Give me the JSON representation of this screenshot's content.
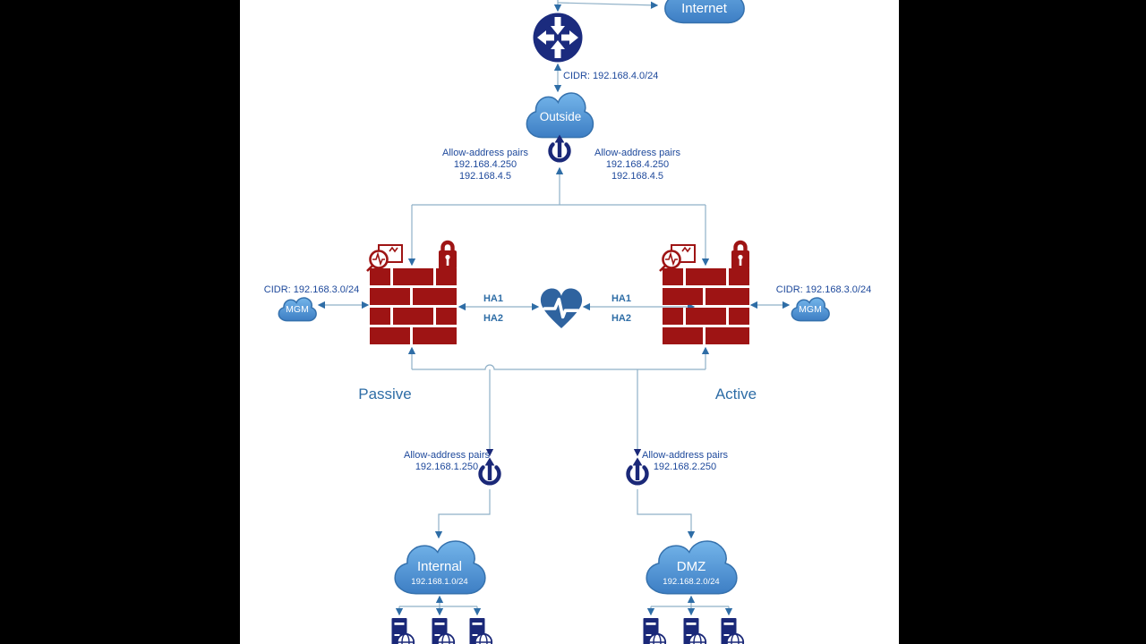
{
  "colors": {
    "firewall_red": "#9e1414",
    "navy": "#1b2b7e",
    "cloud_blue_top": "#74b5ea",
    "cloud_blue_bottom": "#3d7ec4",
    "line": "#8fb0c7",
    "arrow": "#2e6da6",
    "label_text": "#1d489b",
    "role_text": "#2e6da6"
  },
  "icons": {
    "router": "router-icon",
    "heartbeat": "heartbeat-icon",
    "connector": "interface-connector-icon",
    "monitoring": "monitoring-icon",
    "lock": "lock-icon",
    "server": "server-icon",
    "cloud": "cloud-icon"
  },
  "internet": {
    "label": "Internet"
  },
  "outside": {
    "label": "Outside",
    "cidr": "CIDR: 192.168.4.0/24"
  },
  "allow_pairs": {
    "outside_left": {
      "title": "Allow-address pairs",
      "ip1": "192.168.4.250",
      "ip2": "192.168.4.5"
    },
    "outside_right": {
      "title": "Allow-address pairs",
      "ip1": "192.168.4.250",
      "ip2": "192.168.4.5"
    },
    "internal": {
      "title": "Allow-address pairs",
      "ip1": "192.168.1.250"
    },
    "dmz": {
      "title": "Allow-address pairs",
      "ip1": "192.168.2.250"
    }
  },
  "management": {
    "left": {
      "cidr": "CIDR: 192.168.3.0/24",
      "label": "MGM"
    },
    "right": {
      "cidr": "CIDR: 192.168.3.0/24",
      "label": "MGM"
    }
  },
  "ha": {
    "link1": "HA1",
    "link2": "HA2"
  },
  "firewalls": {
    "left_role": "Passive",
    "right_role": "Active"
  },
  "networks": {
    "internal": {
      "label": "Internal",
      "subnet": "192.168.1.0/24"
    },
    "dmz": {
      "label": "DMZ",
      "subnet": "192.168.2.0/24"
    }
  }
}
